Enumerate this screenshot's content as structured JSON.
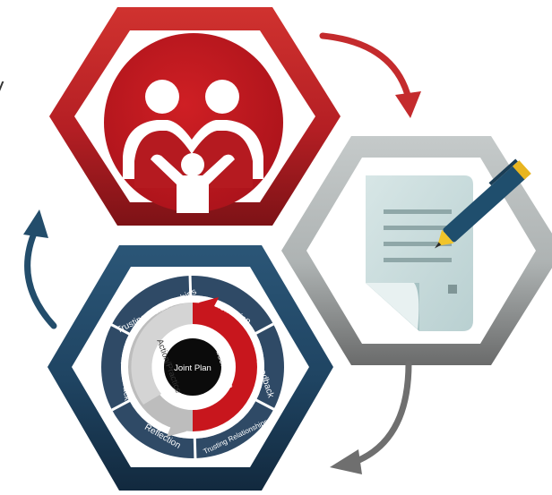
{
  "side_text": "y",
  "cycle_diagram": {
    "center": "Joint Plan",
    "inner_left": "Action/Practice",
    "inner_right": "Observation",
    "outer_ring": [
      "Trusting Relationships",
      "Reflection",
      "Feedback",
      "Trusting Relationships",
      "Reflection",
      "Feedback"
    ]
  },
  "colors": {
    "red_hex_light": "#c3262b",
    "red_hex_dark": "#8b1419",
    "grey_hex_light": "#b9bfbf",
    "grey_hex_dark": "#6e6f6f",
    "blue_hex_light": "#244b6a",
    "blue_hex_dark": "#16344f",
    "arrow_red": "#c42b2d",
    "arrow_grey": "#6f6f6f",
    "arrow_blue": "#234d6b"
  },
  "icons": [
    "family-icon",
    "document-with-pen-icon",
    "coaching-cycle-icon"
  ]
}
